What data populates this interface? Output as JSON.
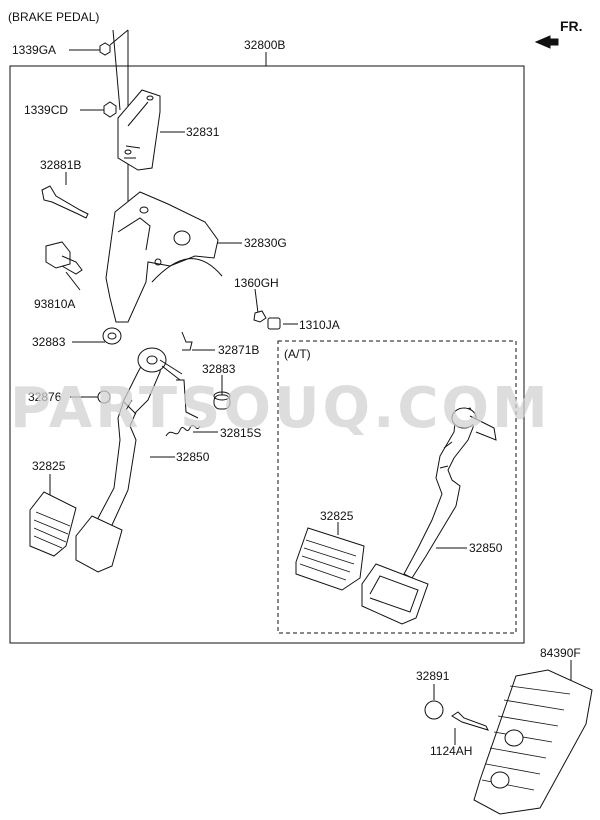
{
  "diagram": {
    "section_title": "(BRAKE PEDAL)",
    "direction_label": "FR.",
    "at_variant_label": "(A/T)",
    "watermark": "PARTSOUQ.COM",
    "part_labels": {
      "p1339GA": "1339GA",
      "p32800B": "32800B",
      "p1339CD": "1339CD",
      "p32831": "32831",
      "p32881B": "32881B",
      "p32830G": "32830G",
      "p93810A": "93810A",
      "p1360GH": "1360GH",
      "p1310JA": "1310JA",
      "p32883a": "32883",
      "p32871B": "32871B",
      "p32883b": "32883",
      "p32876": "32876",
      "p32815S": "32815S",
      "p32825a": "32825",
      "p32850a": "32850",
      "p32825b": "32825",
      "p32850b": "32850",
      "p84390F": "84390F",
      "p32891": "32891",
      "p1124AH": "1124AH"
    }
  }
}
